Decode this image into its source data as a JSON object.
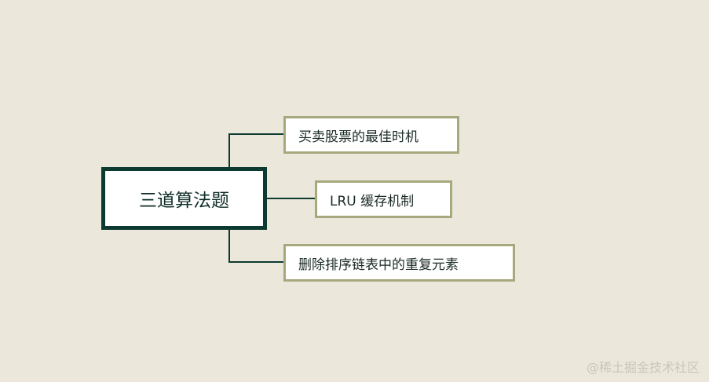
{
  "root": {
    "label": "三道算法题"
  },
  "children": [
    {
      "label": "买卖股票的最佳时机"
    },
    {
      "label": "LRU 缓存机制"
    },
    {
      "label": "删除排序链表中的重复元素"
    }
  ],
  "watermark": "@稀土掘金技术社区",
  "colors": {
    "background": "#ebe7da",
    "root_border": "#0d3a30",
    "child_border": "#a8a87e",
    "connector": "#0d3a30"
  }
}
